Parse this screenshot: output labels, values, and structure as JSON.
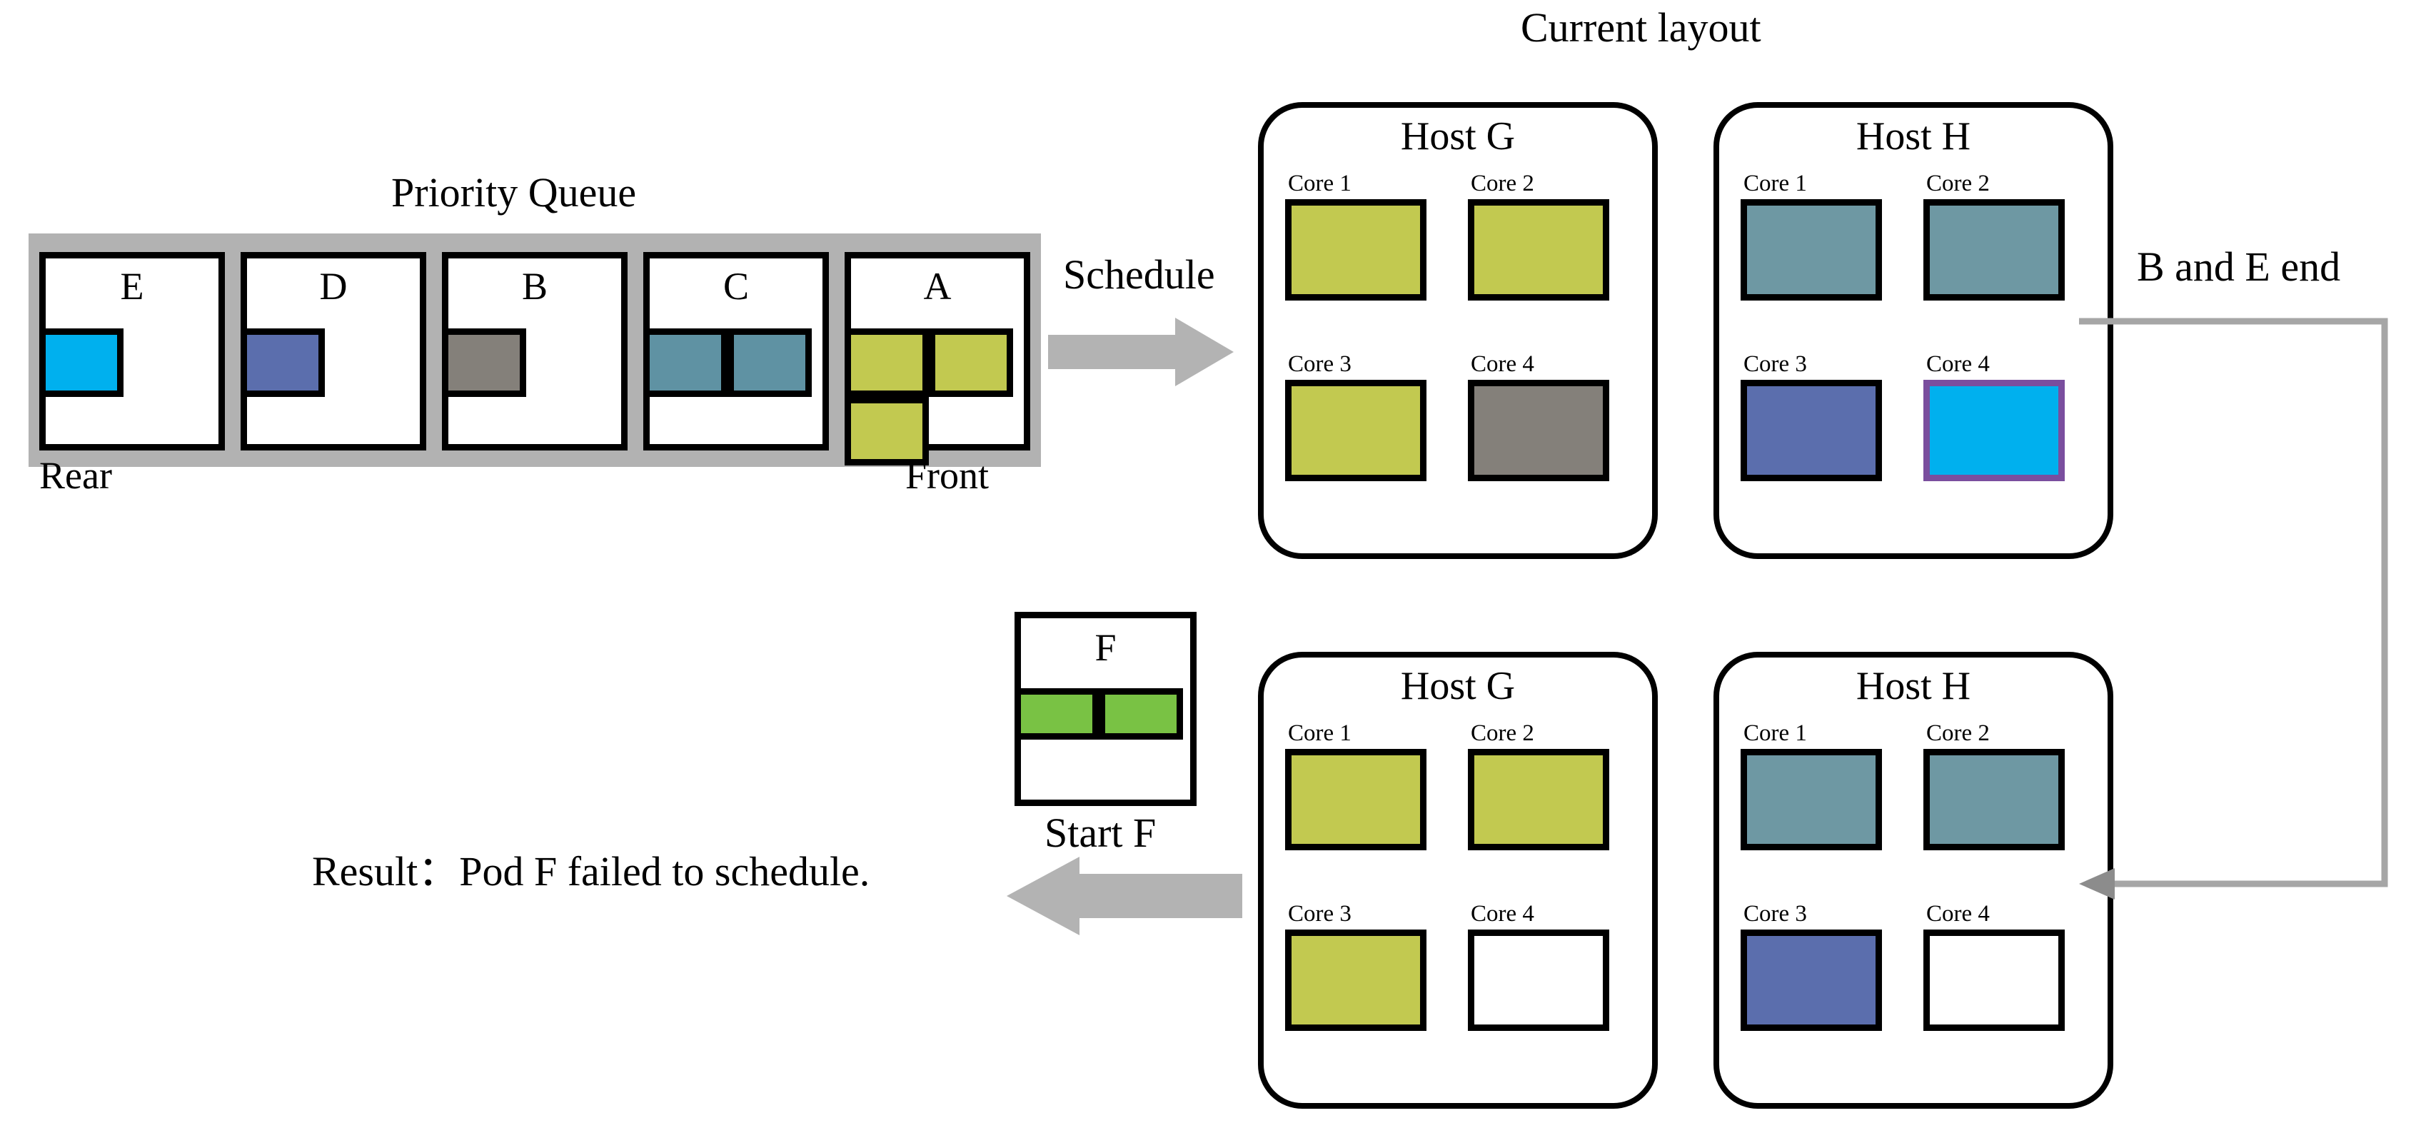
{
  "diagram": {
    "title_current_layout": "Current layout",
    "colors": {
      "tray_gray": "#b2b2b2",
      "arrow_gray": "#b3b3b3",
      "pod_a_yellow": "#c2c950",
      "pod_b_gray": "#84807a",
      "pod_c_teal": "#5f92a3",
      "pod_d_blue": "#5b6ead",
      "pod_e_cyan": "#00b0ee",
      "pod_e_border": "#7a4e9e",
      "pod_f_green": "#79c244",
      "outline_black": "#000000",
      "empty_white": "#ffffff"
    }
  },
  "priority_queue": {
    "title": "Priority Queue",
    "rear_label": "Rear",
    "front_label": "Front",
    "cells": [
      {
        "name": "E",
        "pod_count": 1
      },
      {
        "name": "D",
        "pod_count": 1
      },
      {
        "name": "B",
        "pod_count": 1
      },
      {
        "name": "C",
        "pod_count": 2
      },
      {
        "name": "A",
        "pod_count": 3
      }
    ]
  },
  "schedule_arrow": {
    "label": "Schedule"
  },
  "hosts_top": [
    {
      "title": "Host G",
      "cores": [
        {
          "label": "Core 1",
          "occupied": true
        },
        {
          "label": "Core 2",
          "occupied": true
        },
        {
          "label": "Core 3",
          "occupied": true
        },
        {
          "label": "Core 4",
          "occupied": true
        }
      ]
    },
    {
      "title": "Host H",
      "cores": [
        {
          "label": "Core 1",
          "occupied": true
        },
        {
          "label": "Core 2",
          "occupied": true
        },
        {
          "label": "Core 3",
          "occupied": true
        },
        {
          "label": "Core 4",
          "occupied": true
        }
      ]
    }
  ],
  "hosts_bottom": [
    {
      "title": "Host G",
      "cores": [
        {
          "label": "Core 1",
          "occupied": true
        },
        {
          "label": "Core 2",
          "occupied": true
        },
        {
          "label": "Core 3",
          "occupied": true
        },
        {
          "label": "Core 4",
          "occupied": false
        }
      ]
    },
    {
      "title": "Host H",
      "cores": [
        {
          "label": "Core 1",
          "occupied": true
        },
        {
          "label": "Core 2",
          "occupied": true
        },
        {
          "label": "Core 3",
          "occupied": true
        },
        {
          "label": "Core 4",
          "occupied": false
        }
      ]
    }
  ],
  "pod_f": {
    "name": "F",
    "pod_count": 2,
    "caption": "Start F"
  },
  "event": {
    "label": "B and E end"
  },
  "result": {
    "text": "Result：Pod F failed to schedule."
  }
}
